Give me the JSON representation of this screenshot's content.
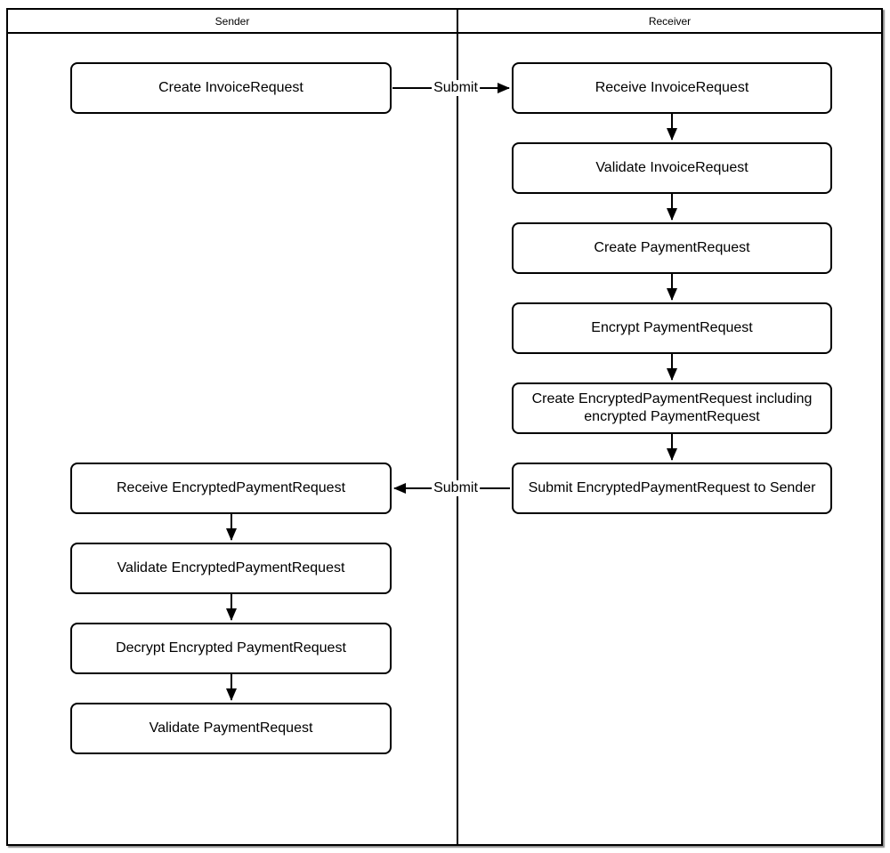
{
  "diagram": {
    "type": "swimlane-flowchart",
    "colors": {
      "stroke": "#000000",
      "fill": "#ffffff"
    },
    "lanes": [
      {
        "label": "Sender"
      },
      {
        "label": "Receiver"
      }
    ],
    "nodes": [
      {
        "id": "create-invoicerequest",
        "lane": "Sender",
        "label": "Create InvoiceRequest"
      },
      {
        "id": "receive-invoicerequest",
        "lane": "Receiver",
        "label": "Receive InvoiceRequest"
      },
      {
        "id": "validate-invoicerequest",
        "lane": "Receiver",
        "label": "Validate InvoiceRequest"
      },
      {
        "id": "create-paymentrequest",
        "lane": "Receiver",
        "label": "Create PaymentRequest"
      },
      {
        "id": "encrypt-paymentrequest",
        "lane": "Receiver",
        "label": "Encrypt PaymentRequest"
      },
      {
        "id": "create-encryptedpaymentrequest",
        "lane": "Receiver",
        "label": "Create EncryptedPaymentRequest including encrypted PaymentRequest"
      },
      {
        "id": "submit-encryptedpaymentrequest-to-sender",
        "lane": "Receiver",
        "label": "Submit EncryptedPaymentRequest to Sender"
      },
      {
        "id": "receive-encryptedpaymentrequest",
        "lane": "Sender",
        "label": "Receive EncryptedPaymentRequest"
      },
      {
        "id": "validate-encryptedpaymentrequest",
        "lane": "Sender",
        "label": "Validate EncryptedPaymentRequest"
      },
      {
        "id": "decrypt-encrypted-paymentrequest",
        "lane": "Sender",
        "label": "Decrypt Encrypted PaymentRequest"
      },
      {
        "id": "validate-paymentrequest",
        "lane": "Sender",
        "label": "Validate PaymentRequest"
      }
    ],
    "edges": [
      {
        "from": "create-invoicerequest",
        "to": "receive-invoicerequest",
        "label": "Submit"
      },
      {
        "from": "receive-invoicerequest",
        "to": "validate-invoicerequest",
        "label": ""
      },
      {
        "from": "validate-invoicerequest",
        "to": "create-paymentrequest",
        "label": ""
      },
      {
        "from": "create-paymentrequest",
        "to": "encrypt-paymentrequest",
        "label": ""
      },
      {
        "from": "encrypt-paymentrequest",
        "to": "create-encryptedpaymentrequest",
        "label": ""
      },
      {
        "from": "create-encryptedpaymentrequest",
        "to": "submit-encryptedpaymentrequest-to-sender",
        "label": ""
      },
      {
        "from": "submit-encryptedpaymentrequest-to-sender",
        "to": "receive-encryptedpaymentrequest",
        "label": "Submit"
      },
      {
        "from": "receive-encryptedpaymentrequest",
        "to": "validate-encryptedpaymentrequest",
        "label": ""
      },
      {
        "from": "validate-encryptedpaymentrequest",
        "to": "decrypt-encrypted-paymentrequest",
        "label": ""
      },
      {
        "from": "decrypt-encrypted-paymentrequest",
        "to": "validate-paymentrequest",
        "label": ""
      }
    ]
  }
}
